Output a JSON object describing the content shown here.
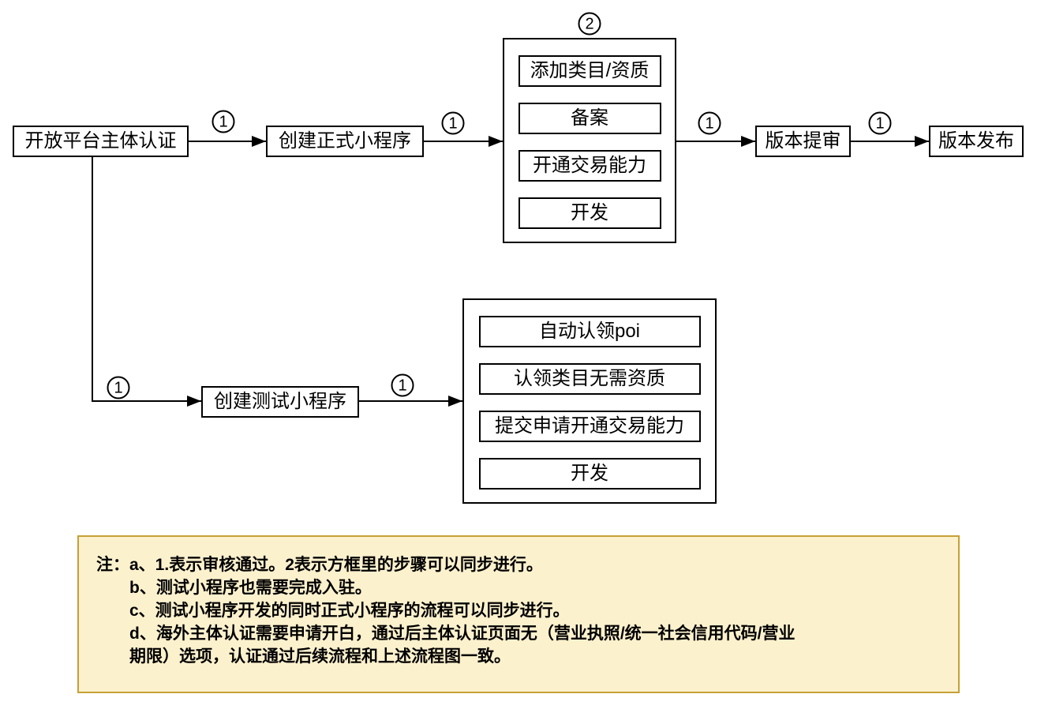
{
  "diagram": {
    "labels": {
      "pass": "1",
      "parallel": "2"
    },
    "nodes": {
      "auth": "开放平台主体认证",
      "create_official": "创建正式小程序",
      "review": "版本提审",
      "release": "版本发布",
      "create_test": "创建测试小程序"
    },
    "group_official": {
      "items": [
        "添加类目/资质",
        "备案",
        "开通交易能力",
        "开发"
      ]
    },
    "group_test": {
      "items": [
        "自动认领poi",
        "认领类目无需资质",
        "提交申请开通交易能力",
        "开发"
      ]
    }
  },
  "note": {
    "prefix": "注：",
    "lines": [
      "a、1.表示审核通过。2表示方框里的步骤可以同步进行。",
      "b、测试小程序也需要完成入驻。",
      "c、测试小程序开发的同时正式小程序的流程可以同步进行。",
      "d、海外主体认证需要申请开白，通过后主体认证页面无（营业执照/统一社会信用代码/营业",
      "期限）选项，认证通过后续流程和上述流程图一致。"
    ]
  },
  "colors": {
    "line": "#000000",
    "box_border": "#000000",
    "box_fill": "#ffffff",
    "note_background": "#FCF1CD",
    "note_border": "#C5A137"
  }
}
